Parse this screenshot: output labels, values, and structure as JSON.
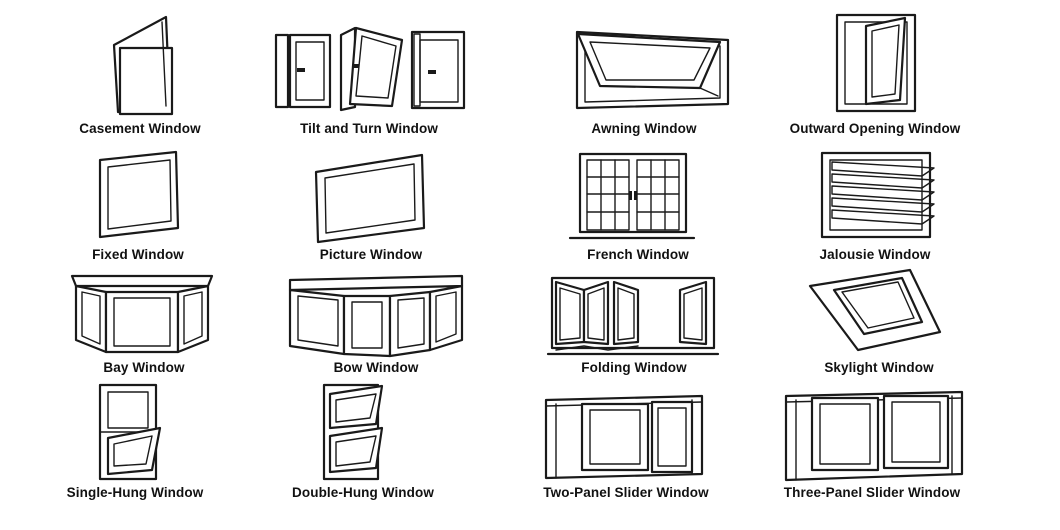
{
  "windows": [
    {
      "id": "casement",
      "label": "Casement Window"
    },
    {
      "id": "tilt-turn",
      "label": "Tilt and Turn Window"
    },
    {
      "id": "awning",
      "label": "Awning Window"
    },
    {
      "id": "outward-opening",
      "label": "Outward Opening Window"
    },
    {
      "id": "fixed",
      "label": "Fixed Window"
    },
    {
      "id": "picture",
      "label": "Picture Window"
    },
    {
      "id": "french",
      "label": "French Window"
    },
    {
      "id": "jalousie",
      "label": "Jalousie Window"
    },
    {
      "id": "bay",
      "label": "Bay Window"
    },
    {
      "id": "bow",
      "label": "Bow Window"
    },
    {
      "id": "folding",
      "label": "Folding Window"
    },
    {
      "id": "skylight",
      "label": "Skylight Window"
    },
    {
      "id": "single-hung",
      "label": "Single-Hung Window"
    },
    {
      "id": "double-hung",
      "label": "Double-Hung Window"
    },
    {
      "id": "two-panel-slider",
      "label": "Two-Panel Slider Window"
    },
    {
      "id": "three-panel-slider",
      "label": "Three-Panel Slider Window"
    }
  ]
}
